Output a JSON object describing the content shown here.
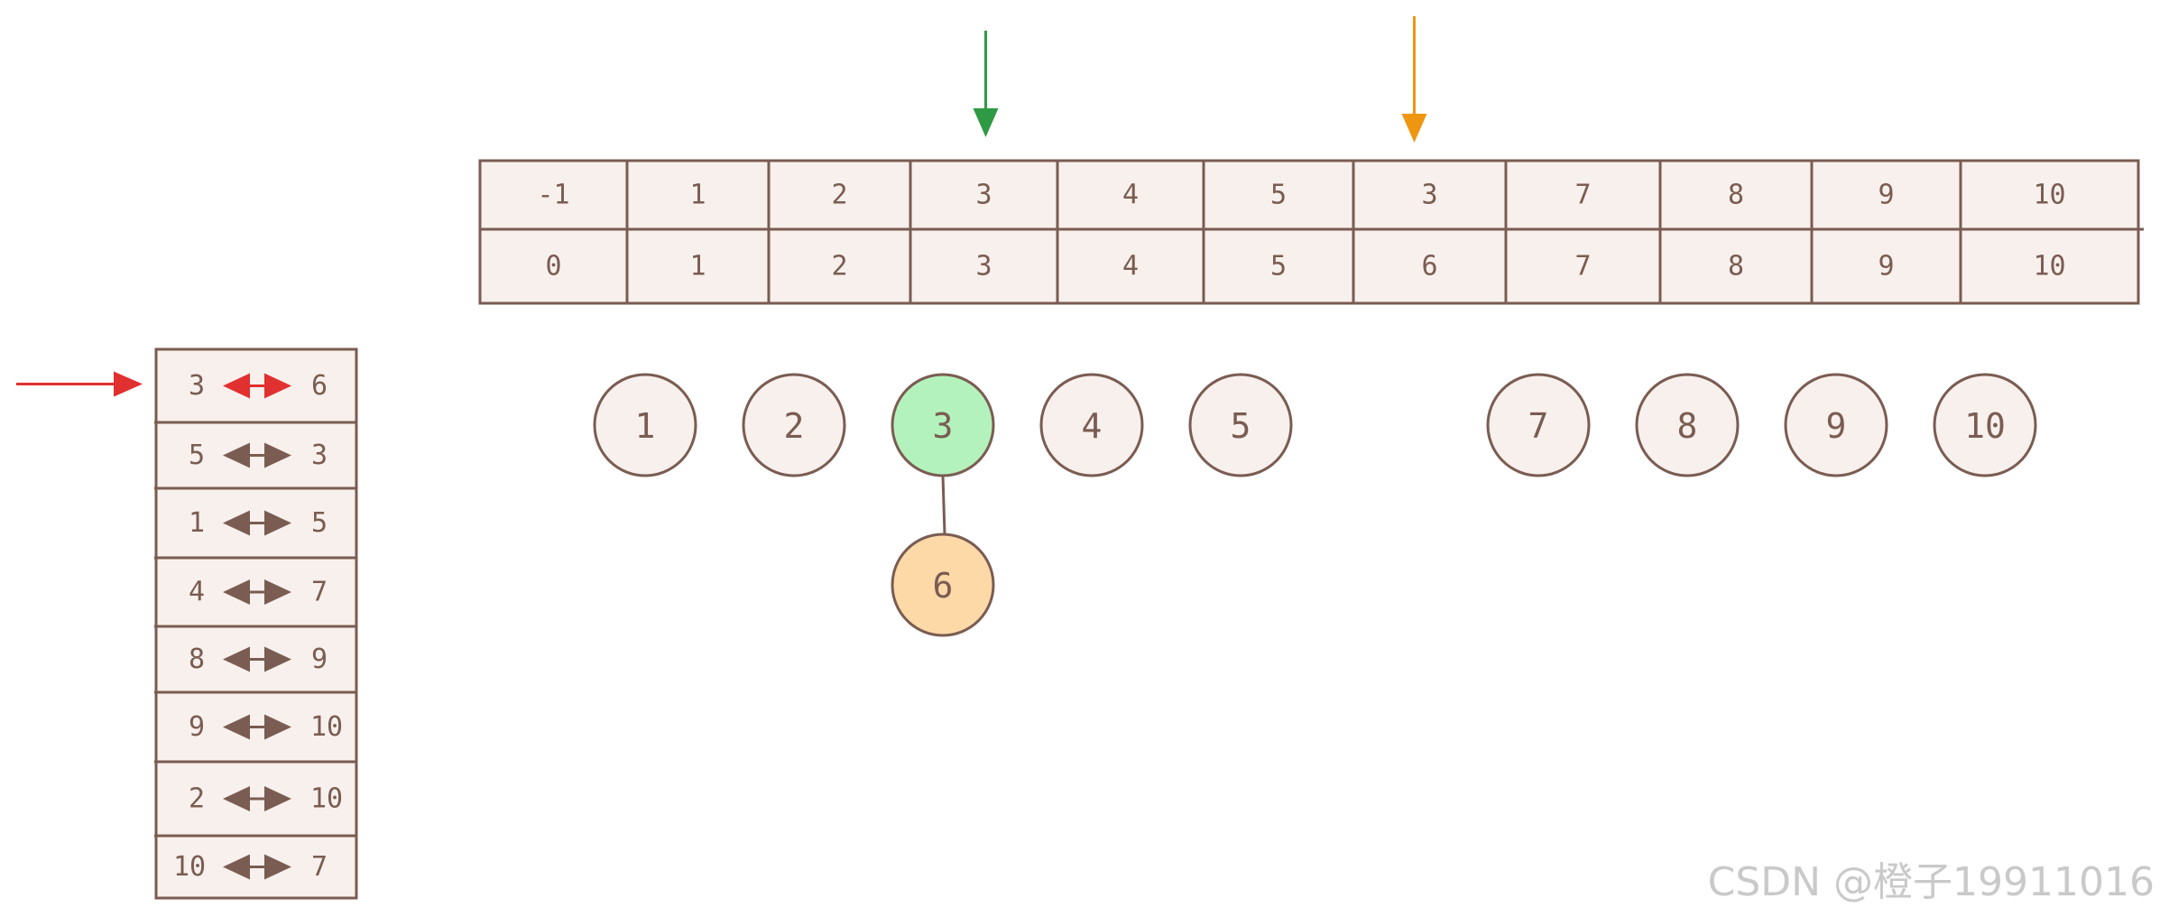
{
  "colors": {
    "stroke": "#7a5c52",
    "cell_fill": "#f8f0ec",
    "green": "#2e9a44",
    "orange": "#ef9610",
    "red": "#e03030",
    "green_node_fill": "#b3f2bc",
    "orange_node_fill": "#fdd9a8",
    "watermark": "#c9c9c9"
  },
  "array": {
    "top_row": [
      "-1",
      "1",
      "2",
      "3",
      "4",
      "5",
      "3",
      "7",
      "8",
      "9",
      "10"
    ],
    "bottom_row": [
      "0",
      "1",
      "2",
      "3",
      "4",
      "5",
      "6",
      "7",
      "8",
      "9",
      "10"
    ],
    "green_index": 3,
    "orange_index": 6
  },
  "nodes": [
    "1",
    "2",
    "3",
    "4",
    "5",
    "7",
    "8",
    "9",
    "10"
  ],
  "child_node": {
    "label": "6",
    "parent": "3"
  },
  "highlight_node": "3",
  "pairs": [
    {
      "a": "3",
      "b": "6",
      "active": true
    },
    {
      "a": "5",
      "b": "3"
    },
    {
      "a": "1",
      "b": "5"
    },
    {
      "a": "4",
      "b": "7"
    },
    {
      "a": "8",
      "b": "9"
    },
    {
      "a": "9",
      "b": "10"
    },
    {
      "a": "2",
      "b": "10"
    },
    {
      "a": "10",
      "b": "7"
    }
  ],
  "icons": {
    "green_pointer": "down-arrow-icon",
    "orange_pointer": "down-arrow-icon",
    "red_pointer": "right-arrow-icon",
    "pair_connector": "double-arrow-icon"
  },
  "watermark": "CSDN @橙子19911016"
}
